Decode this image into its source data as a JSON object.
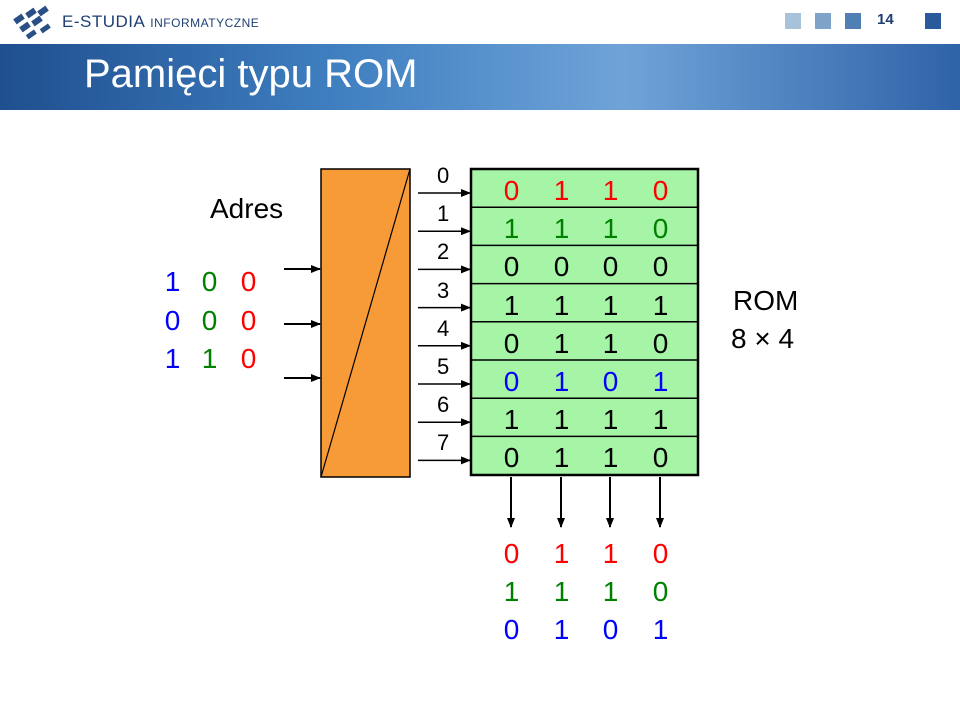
{
  "header": {
    "logo_text_main": "E-STUDIA",
    "logo_text_sub": "INFORMATYCZNE",
    "page_number": "14",
    "square_colors": [
      "#a9c2dc",
      "#7fa3c8",
      "#4f7fb3",
      "#2a5a9a"
    ]
  },
  "slide": {
    "title": "Pamięci typu ROM"
  },
  "diagram": {
    "address_label": "Adres",
    "rom_label_line1": "ROM",
    "rom_label_line2": "8 × 4",
    "decoder_color": "#f79a38",
    "rom_color": "#a6f5a6",
    "address_inputs": [
      [
        {
          "v": "1",
          "c": "#0000ff"
        },
        {
          "v": "0",
          "c": "#008000"
        },
        {
          "v": "0",
          "c": "#ff0000"
        }
      ],
      [
        {
          "v": "0",
          "c": "#0000ff"
        },
        {
          "v": "0",
          "c": "#008000"
        },
        {
          "v": "0",
          "c": "#ff0000"
        }
      ],
      [
        {
          "v": "1",
          "c": "#0000ff"
        },
        {
          "v": "1",
          "c": "#008000"
        },
        {
          "v": "0",
          "c": "#ff0000"
        }
      ]
    ],
    "row_indices": [
      "0",
      "1",
      "2",
      "3",
      "4",
      "5",
      "6",
      "7"
    ],
    "rom_rows": [
      {
        "bits": [
          "0",
          "1",
          "1",
          "0"
        ],
        "color": "#ff0000"
      },
      {
        "bits": [
          "1",
          "1",
          "1",
          "0"
        ],
        "color": "#008000"
      },
      {
        "bits": [
          "0",
          "0",
          "0",
          "0"
        ],
        "color": "#000000"
      },
      {
        "bits": [
          "1",
          "1",
          "1",
          "1"
        ],
        "color": "#000000"
      },
      {
        "bits": [
          "0",
          "1",
          "1",
          "0"
        ],
        "color": "#000000"
      },
      {
        "bits": [
          "0",
          "1",
          "0",
          "1"
        ],
        "color": "#0000ff"
      },
      {
        "bits": [
          "1",
          "1",
          "1",
          "1"
        ],
        "color": "#000000"
      },
      {
        "bits": [
          "0",
          "1",
          "1",
          "0"
        ],
        "color": "#000000"
      }
    ],
    "outputs": [
      {
        "bits": [
          "0",
          "1",
          "1",
          "0"
        ],
        "color": "#ff0000"
      },
      {
        "bits": [
          "1",
          "1",
          "1",
          "0"
        ],
        "color": "#008000"
      },
      {
        "bits": [
          "0",
          "1",
          "0",
          "1"
        ],
        "color": "#0000ff"
      }
    ]
  }
}
